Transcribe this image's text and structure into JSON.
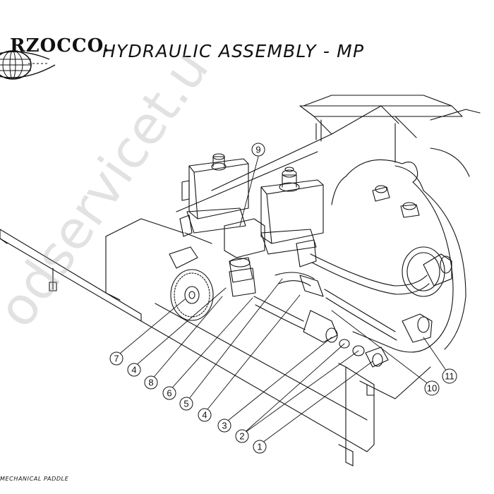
{
  "header": {
    "logo_text": "RZOCCO.",
    "title": "HYDRAULIC ASSEMBLY - MP"
  },
  "watermark": "odservicet.u",
  "footer": {
    "note": "MECHANICAL PADDLE"
  },
  "callouts": [
    {
      "id": "c9",
      "label": "9"
    },
    {
      "id": "c7",
      "label": "7"
    },
    {
      "id": "c4a",
      "label": "4"
    },
    {
      "id": "c8",
      "label": "8"
    },
    {
      "id": "c6",
      "label": "6"
    },
    {
      "id": "c5",
      "label": "5"
    },
    {
      "id": "c4b",
      "label": "4"
    },
    {
      "id": "c3",
      "label": "3"
    },
    {
      "id": "c2",
      "label": "2"
    },
    {
      "id": "c1",
      "label": "1"
    },
    {
      "id": "c10",
      "label": "10"
    },
    {
      "id": "c11",
      "label": "11"
    }
  ]
}
